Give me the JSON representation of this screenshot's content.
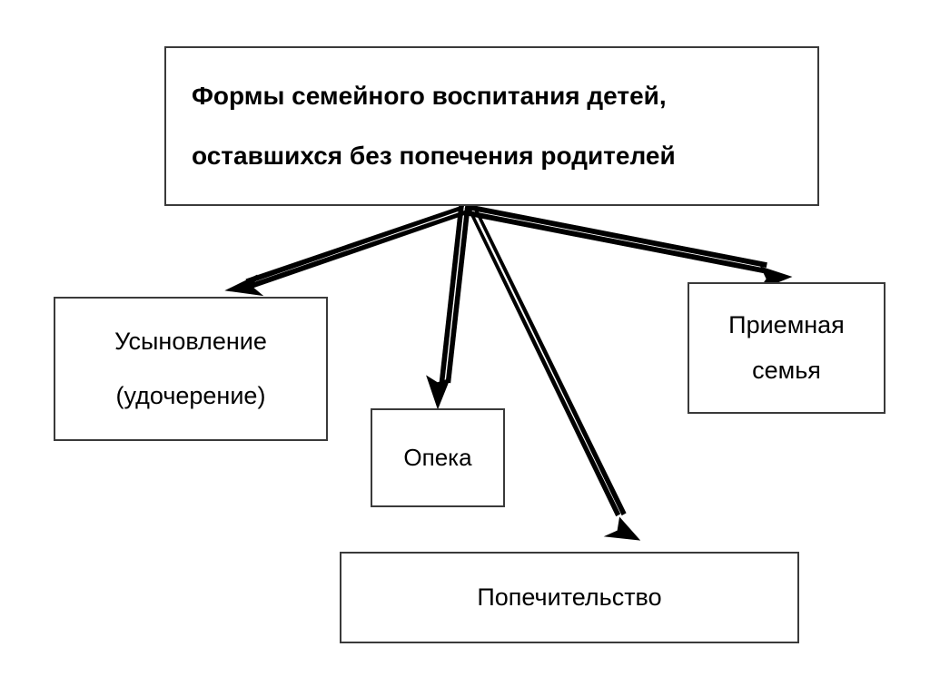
{
  "diagram": {
    "type": "hierarchy-tree",
    "language": "ru",
    "background_color": "#ffffff",
    "stroke_color": "#3a3a3a",
    "arrow_color": "#000000",
    "text_color": "#000000",
    "root": {
      "id": "root",
      "title_line_1": "Формы семейного воспитания детей,",
      "title_line_2": "оставшихся без попечения родителей"
    },
    "children": [
      {
        "id": "adoption",
        "line_1": "Усыновление",
        "line_2": "(удочерение)"
      },
      {
        "id": "opeka",
        "line_1": "Опека"
      },
      {
        "id": "trusteeship",
        "line_1": "Попечительство"
      },
      {
        "id": "foster",
        "line_1": "Приемная",
        "line_2": "семья"
      }
    ],
    "connectors": [
      {
        "id": "root-to-adoption",
        "from": "root",
        "to": "adoption",
        "style": "double-line-arrow"
      },
      {
        "id": "root-to-opeka",
        "from": "root",
        "to": "opeka",
        "style": "double-line-arrow"
      },
      {
        "id": "root-to-trusteeship",
        "from": "root",
        "to": "trusteeship",
        "style": "double-line-arrow"
      },
      {
        "id": "root-to-foster",
        "from": "root",
        "to": "foster",
        "style": "double-line-arrow"
      }
    ]
  }
}
